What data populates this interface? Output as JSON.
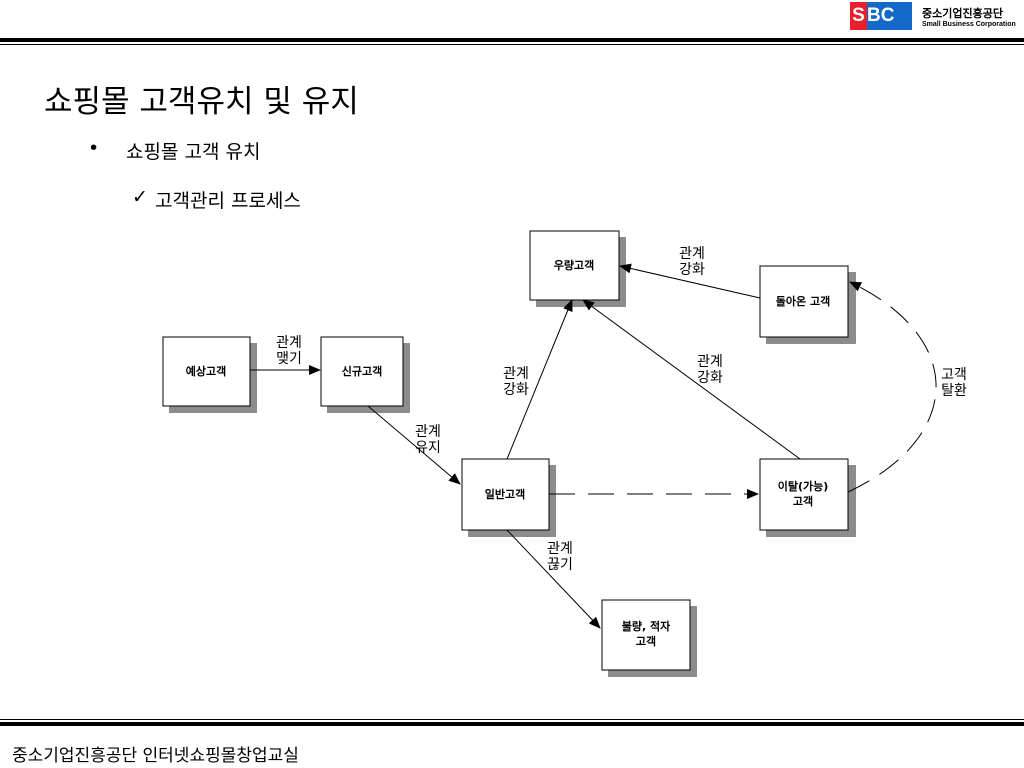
{
  "header": {
    "logo_mark": "SBC",
    "logo_mark_s": "S",
    "logo_mark_bc": "BC",
    "org_name_kr": "중소기업진흥공단",
    "org_name_en": "Small Business Corporation",
    "colors": {
      "logo_red": "#e8202c",
      "logo_blue": "#1469c8"
    }
  },
  "slide": {
    "title": "쇼핑몰 고객유치 및 유지",
    "bullet_symbol": "•",
    "bullet_text": "쇼핑몰 고객 유치",
    "check_symbol": "✓",
    "check_text": "고객관리 프로세스"
  },
  "diagram": {
    "nodes": {
      "prospect": "예상고객",
      "new": "신규고객",
      "vip": "우량고객",
      "returned": "돌아온 고객",
      "general": "일반고객",
      "churn_line1": "이탈(가능)",
      "churn_line2": "고객",
      "bad_line1": "불량, 적자",
      "bad_line2": "고객"
    },
    "edge_labels": {
      "form_1": "관계",
      "form_2": "맺기",
      "keep_1": "관계",
      "keep_2": "유지",
      "strengthen_gen_1": "관계",
      "strengthen_gen_2": "강화",
      "strengthen_churn_1": "관계",
      "strengthen_churn_2": "강화",
      "strengthen_ret_1": "관계",
      "strengthen_ret_2": "강화",
      "cut_1": "관계",
      "cut_2": "끊기",
      "winback_1": "고객",
      "winback_2": "탈환"
    }
  },
  "footer": {
    "text": "중소기업진흥공단 인터넷쇼핑몰창업교실"
  }
}
